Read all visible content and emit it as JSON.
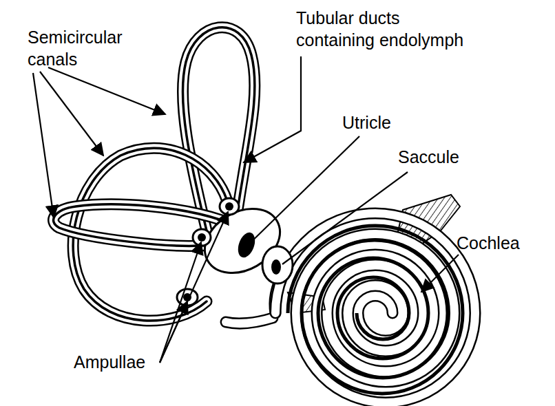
{
  "diagram": {
    "labels": [
      "Semicircular canals",
      "Tubular ducts containing endolymph",
      "Utricle",
      "Saccule",
      "Cochlea",
      "Ampullae"
    ]
  }
}
